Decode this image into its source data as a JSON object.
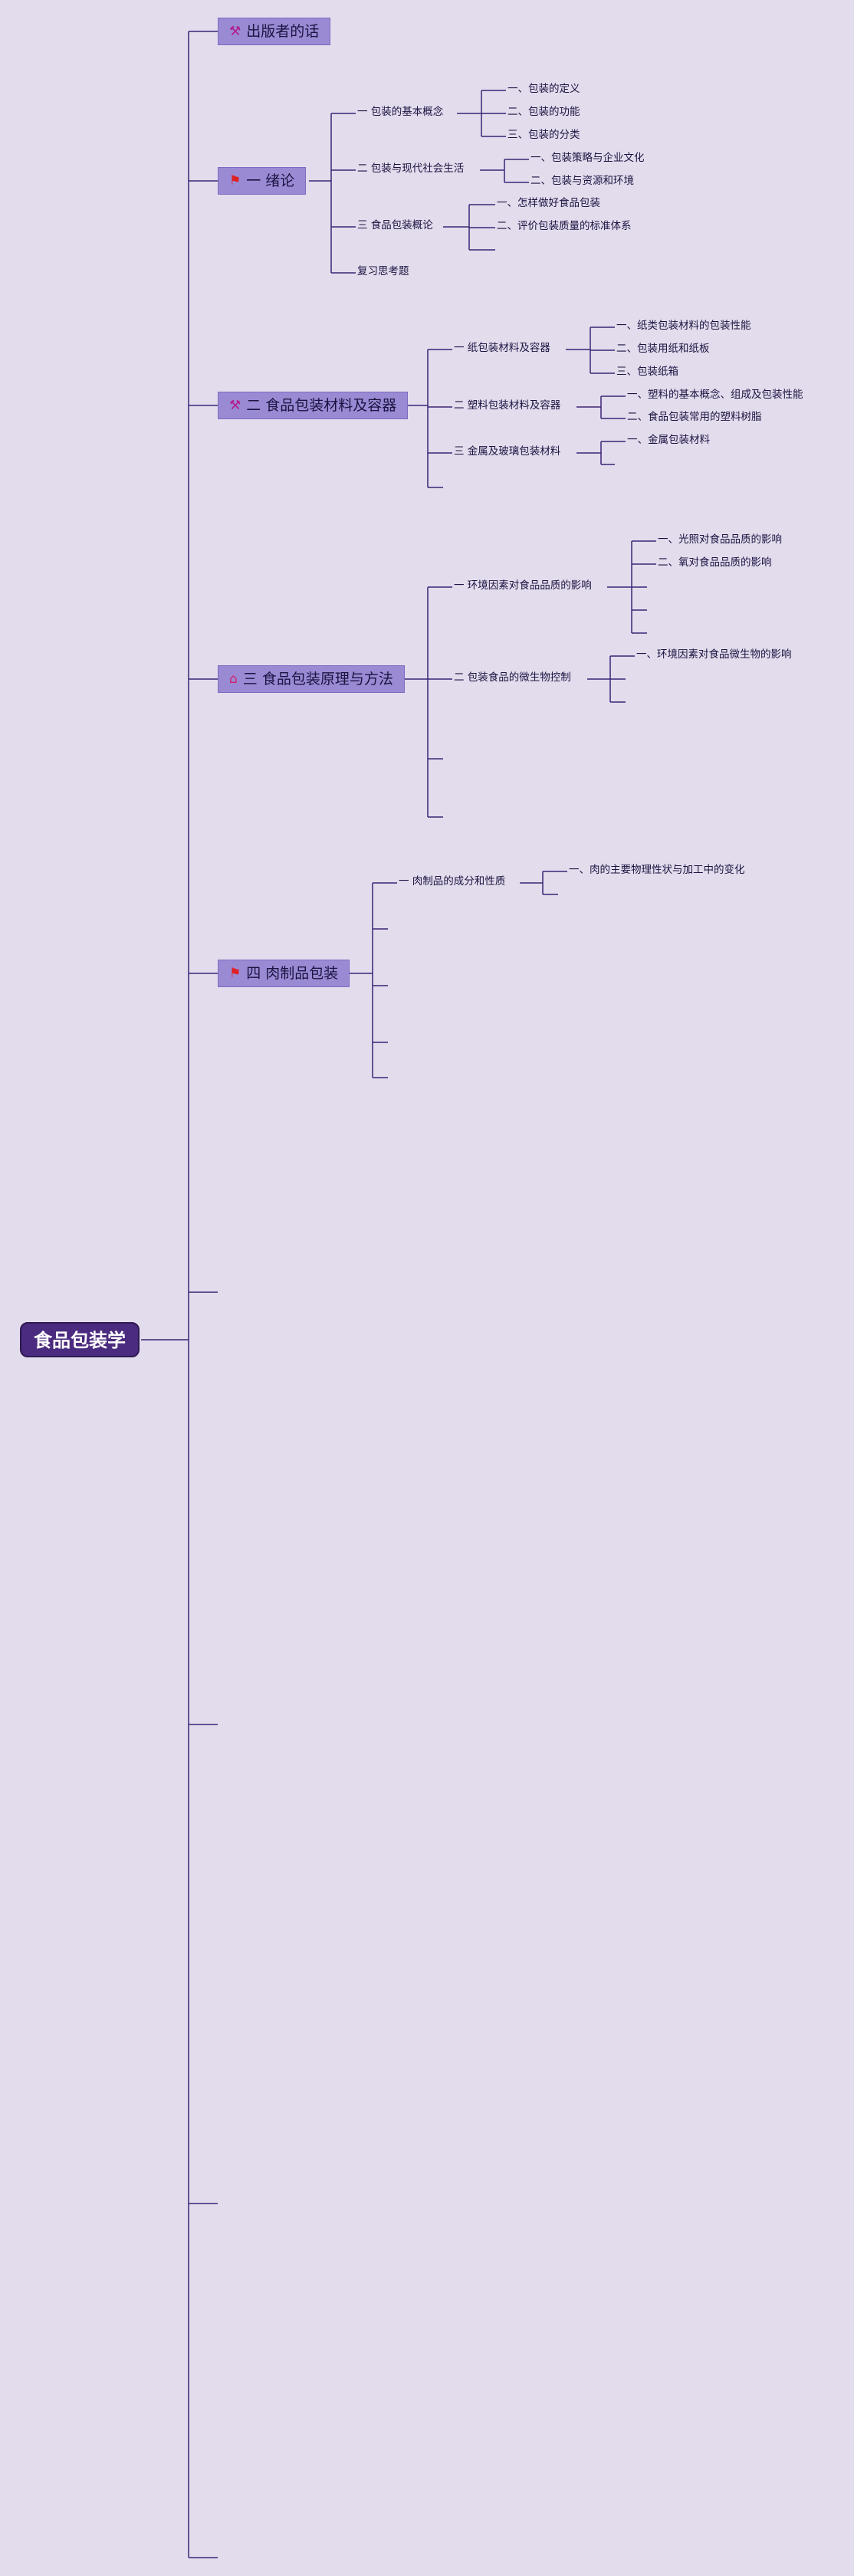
{
  "root": "食品包装学",
  "icons": {
    "tools": "tools-icon",
    "flag": "red-flag-icon",
    "home": "home-icon"
  },
  "colors": {
    "background": "#e3dced",
    "root_fill": "#4b2b7f",
    "topic_fill": "#9a8ad4",
    "line": "#3a2575"
  },
  "topics": [
    {
      "label": "出版者的话"
    },
    {
      "label": "一 绪论",
      "children": [
        {
          "label": "一 包装的基本概念",
          "children": [
            "一、包装的定义",
            "二、包装的功能",
            "三、包装的分类"
          ]
        },
        {
          "label": "二 包装与现代社会生活",
          "children": [
            "一、包装策略与企业文化",
            "二、包装与资源和环境"
          ]
        },
        {
          "label": "三 食品包装概论",
          "children": [
            "一、怎样做好食品包装",
            "二、评价包装质量的标准体系"
          ]
        },
        {
          "label": "复习思考题"
        }
      ]
    },
    {
      "label": "二 食品包装材料及容器",
      "children": [
        {
          "label": "一 纸包装材料及容器",
          "children": [
            "一、纸类包装材料的包装性能",
            "二、包装用纸和纸板",
            "三、包装纸箱"
          ]
        },
        {
          "label": "二 塑料包装材料及容器",
          "children": [
            "一、塑料的基本概念、组成及包装性能",
            "二、食品包装常用的塑料树脂"
          ]
        },
        {
          "label": "三 金属及玻璃包装材料",
          "children": [
            "一、金属包装材料"
          ]
        }
      ]
    },
    {
      "label": "三 食品包装原理与方法",
      "children": [
        {
          "label": "一 环境因素对食品品质的影响",
          "children": [
            "一、光照对食品品质的影响",
            "二、氧对食品品质的影响"
          ]
        },
        {
          "label": "二 包装食品的微生物控制",
          "children": [
            "一、环境因素对食品微生物的影响"
          ]
        }
      ]
    },
    {
      "label": "四 肉制品包装",
      "children": [
        {
          "label": "一 肉制品的成分和性质",
          "children": [
            "一、肉的主要物理性状与加工中的变化"
          ]
        }
      ]
    }
  ]
}
